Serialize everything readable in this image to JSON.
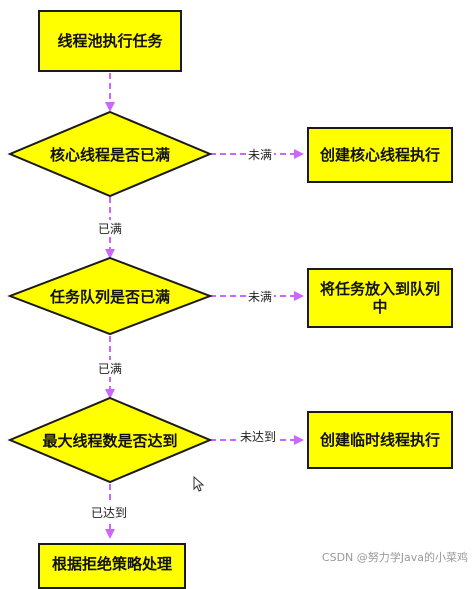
{
  "nodes": {
    "start": "线程池执行任务",
    "d_core": "核心线程是否已满",
    "a_create_core": "创建核心线程执行",
    "d_queue": "任务队列是否已满",
    "a_enqueue": "将任务放入到队列中",
    "d_max": "最大线程数是否达到",
    "a_create_temp": "创建临时线程执行",
    "a_reject": "根据拒绝策略处理"
  },
  "edges": {
    "core_not_full": "未满",
    "core_full": "已满",
    "queue_not_full": "未满",
    "queue_full": "已满",
    "max_not_reached": "未达到",
    "max_reached": "已达到"
  },
  "watermark": "CSDN @努力学Java的小菜鸡",
  "colors": {
    "node_fill": "#ffff00",
    "node_border": "#1a1a1a",
    "connector": "#cc66ff"
  }
}
